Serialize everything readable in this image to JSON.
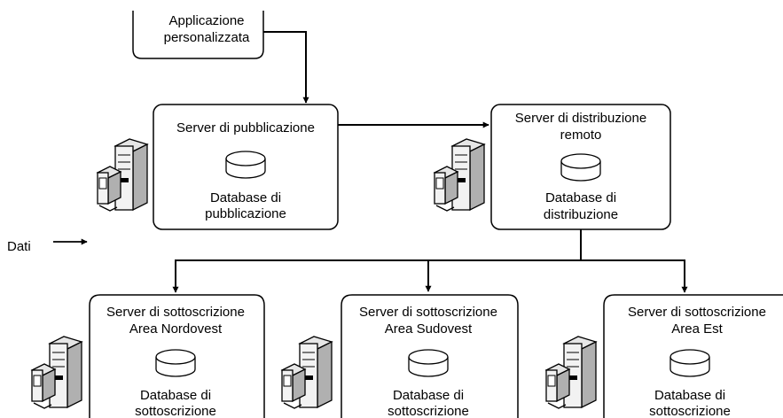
{
  "custom_app": {
    "line1": "Applicazione",
    "line2": "personalizzata"
  },
  "publisher": {
    "title": "Server di pubblicazione",
    "db_line1": "Database di",
    "db_line2": "pubblicazione"
  },
  "distributor": {
    "title_line1": "Server di distribuzione",
    "title_line2": "remoto",
    "db_line1": "Database di",
    "db_line2": "distribuzione"
  },
  "legend": {
    "label": "Dati"
  },
  "subscribers": [
    {
      "title_line1": "Server di sottoscrizione",
      "title_line2": "Area Nordovest",
      "db_line1": "Database di",
      "db_line2": "sottoscrizione"
    },
    {
      "title_line1": "Server di sottoscrizione",
      "title_line2": "Area Sudovest",
      "db_line1": "Database di",
      "db_line2": "sottoscrizione"
    },
    {
      "title_line1": "Server di sottoscrizione",
      "title_line2": "Area Est",
      "db_line1": "Database di",
      "db_line2": "sottoscrizione"
    }
  ]
}
